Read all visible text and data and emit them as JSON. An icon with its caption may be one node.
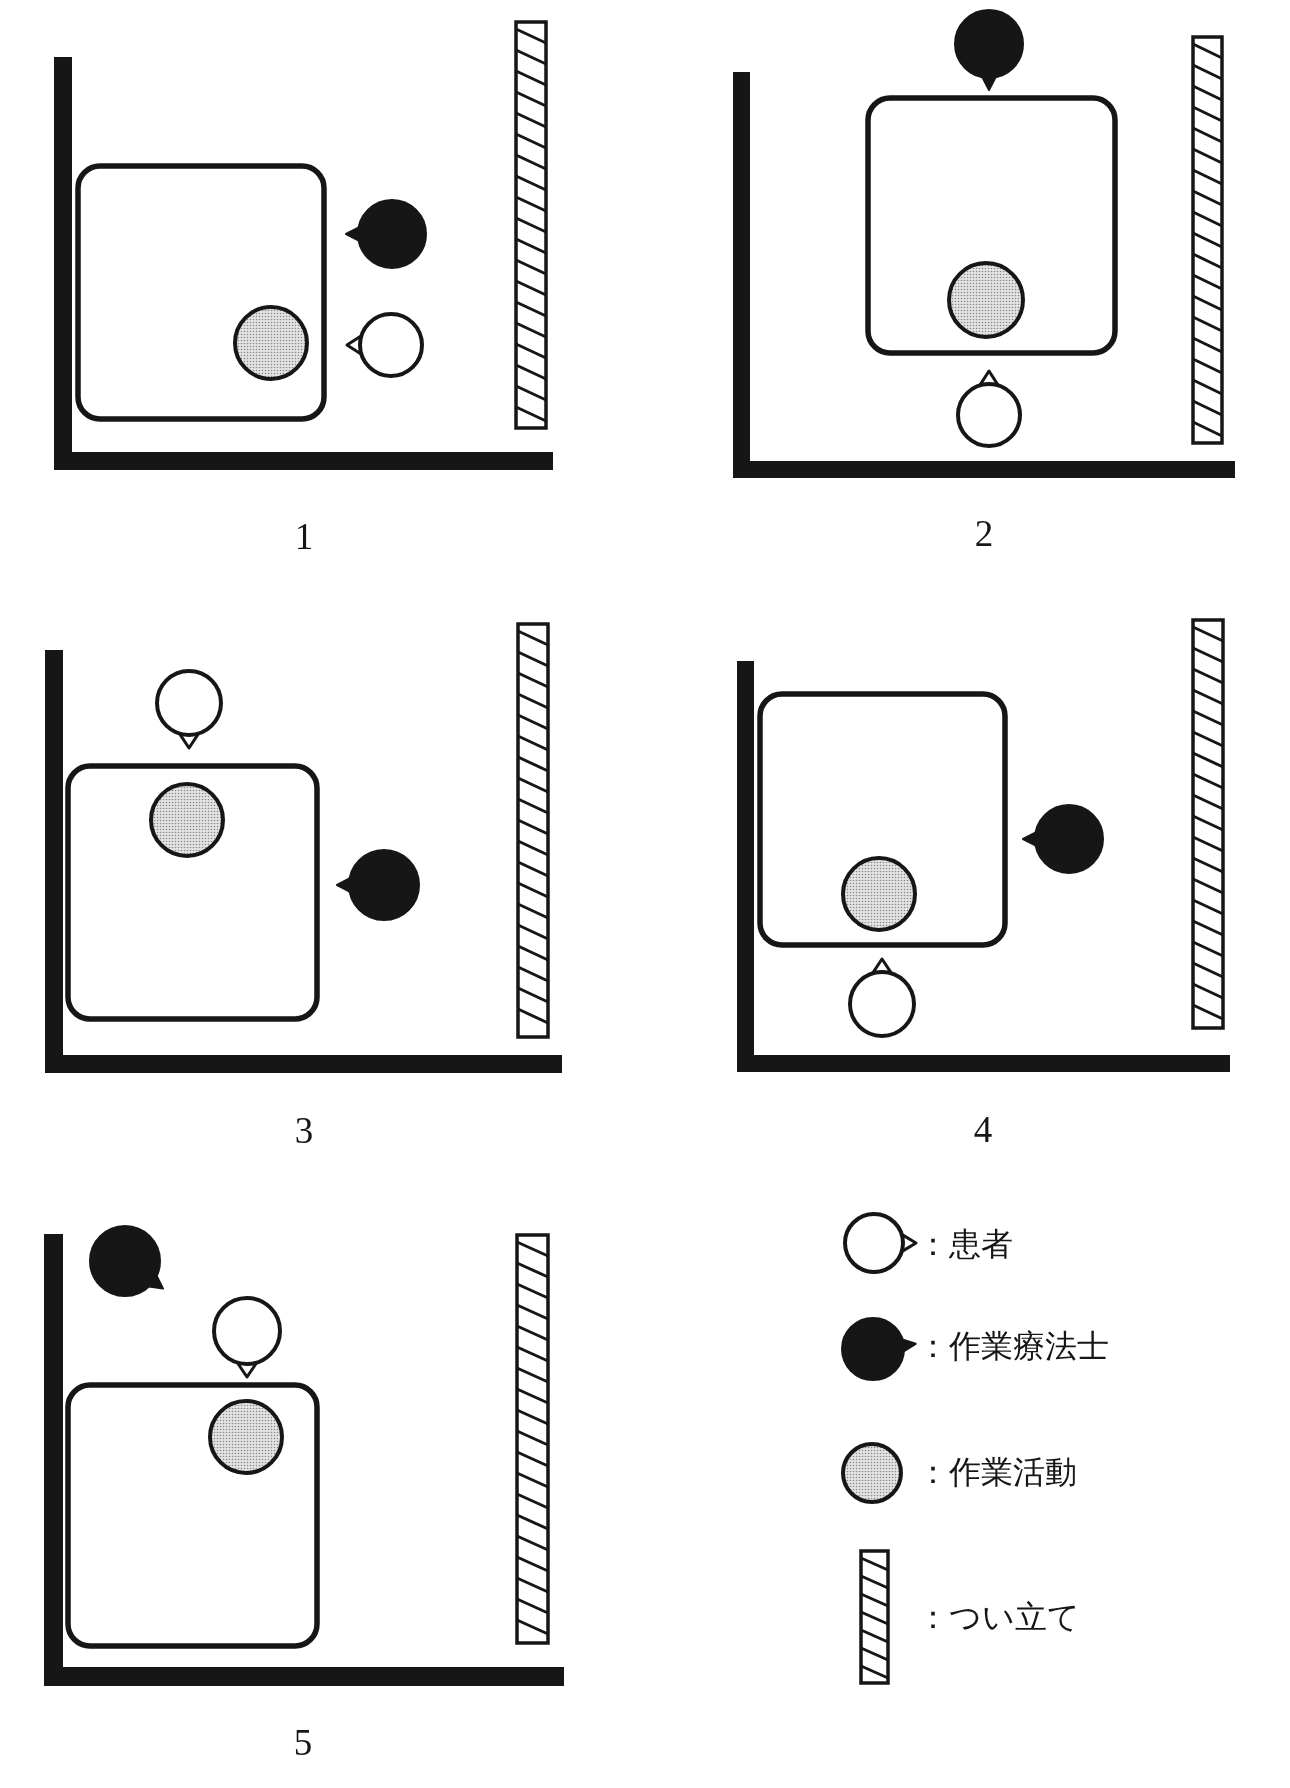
{
  "diagram": {
    "labels": [
      "1",
      "2",
      "3",
      "4",
      "5"
    ],
    "legend": [
      {
        "text": "：患者"
      },
      {
        "text": "：作業療法士"
      },
      {
        "text": "：作業活動"
      },
      {
        "text": "：つい立て"
      }
    ]
  }
}
